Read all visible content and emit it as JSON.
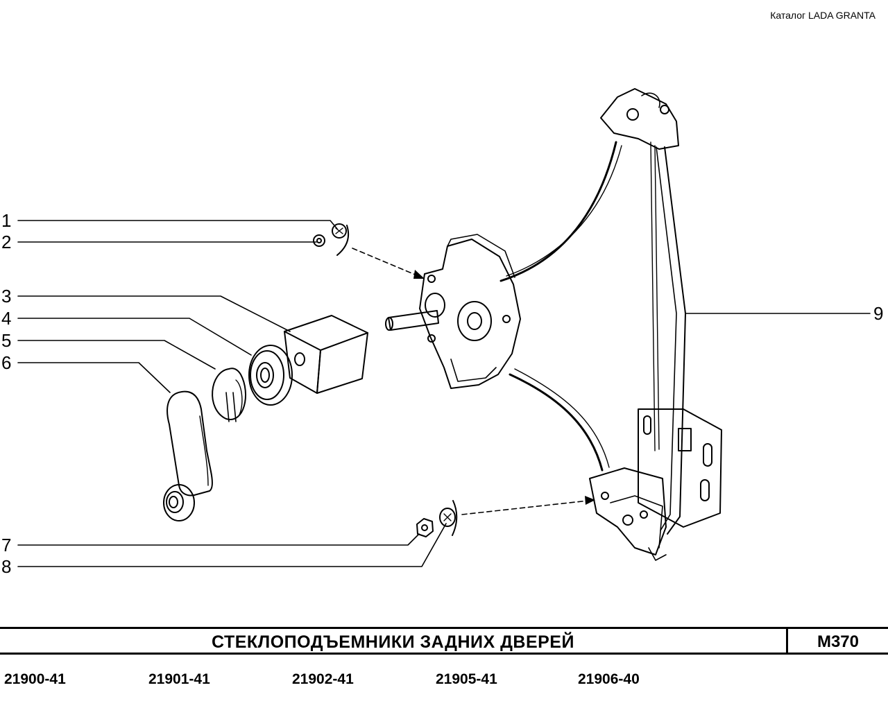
{
  "header": {
    "catalog": "Каталог  LADA  GRANTA"
  },
  "callouts": [
    "1",
    "2",
    "3",
    "4",
    "5",
    "6",
    "7",
    "8",
    "9"
  ],
  "footer": {
    "title": "СТЕКЛОПОДЪЕМНИКИ   ЗАДНИХ   ДВЕРЕЙ",
    "code": "M370",
    "models": [
      "21900-41",
      "21901-41",
      "21902-41",
      "21905-41",
      "21906-40"
    ]
  }
}
